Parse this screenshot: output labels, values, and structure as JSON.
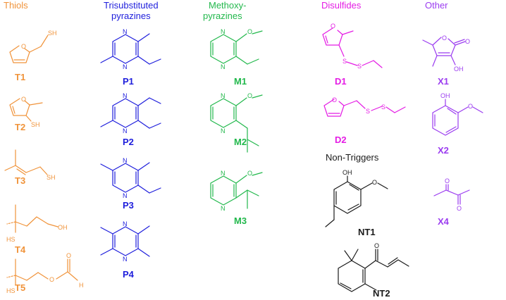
{
  "colors": {
    "thiols": "#f0933a",
    "pyrazines": "#1e1edc",
    "methoxy": "#22b84c",
    "disulfides": "#e41ce4",
    "other": "#9b3cf0",
    "nontrigger": "#1a1a1a"
  },
  "headers": {
    "thiols": "Thiols",
    "pyrazines_1": "Trisubstituted",
    "pyrazines_2": "pyrazines",
    "methoxy_1": "Methoxy-",
    "methoxy_2": "pyrazines",
    "disulfides": "Disulfides",
    "other": "Other",
    "nontriggers": "Non-Triggers"
  },
  "atoms": {
    "N": "N",
    "O": "O",
    "S": "S",
    "SH": "SH",
    "OH": "OH",
    "HS": "HS",
    "H": "H"
  },
  "compounds": {
    "T1": "T1",
    "T2": "T2",
    "T3": "T3",
    "T4": "T4",
    "T5": "T5",
    "P1": "P1",
    "P2": "P2",
    "P3": "P3",
    "P4": "P4",
    "M1": "M1",
    "M2": "M2",
    "M3": "M3",
    "D1": "D1",
    "D2": "D2",
    "X1": "X1",
    "X2": "X2",
    "X4": "X4",
    "NT1": "NT1",
    "NT2": "NT2"
  }
}
